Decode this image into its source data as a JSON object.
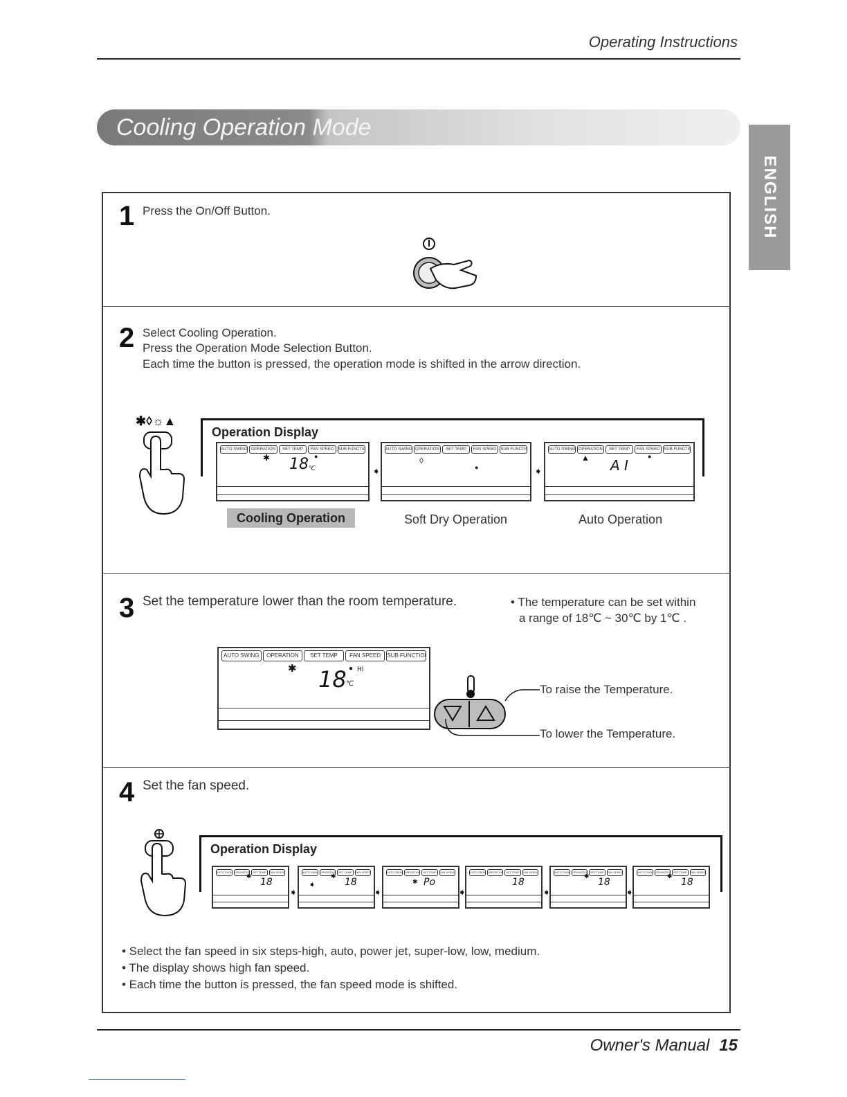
{
  "header": {
    "section": "Operating Instructions"
  },
  "banner": {
    "title": "Cooling Operation Mode"
  },
  "language_tab": "ENGLISH",
  "lcd_tabs": [
    "AUTO SWING",
    "OPERATION",
    "SET TEMP",
    "FAN SPEED",
    "SUB FUNCTION"
  ],
  "step1": {
    "num": "1",
    "text": "Press the On/Off Button."
  },
  "step2": {
    "num": "2",
    "line1": "Select Cooling Operation.",
    "line2": "Press the Operation Mode Selection Button.",
    "line3": "Each time the button is pressed, the operation mode is shifted in the arrow direction.",
    "display_title": "Operation Display",
    "icons": "✱◊☼▲",
    "panels": [
      {
        "value": "18",
        "unit": "℃"
      },
      {
        "value": "",
        "unit": ""
      },
      {
        "value": "A I",
        "unit": ""
      }
    ],
    "modes": [
      "Cooling Operation",
      "Soft Dry Operation",
      "Auto Operation"
    ]
  },
  "step3": {
    "num": "3",
    "text": "Set the temperature lower than the room temperature.",
    "note_line1": "• The temperature can be set within",
    "note_line2": "a range of 18℃ ~ 30℃ by 1℃ .",
    "panel_value": "18",
    "panel_unit": "℃",
    "panel_fan": "HI",
    "raise": "To raise the Temperature.",
    "lower": "To lower the Temperature."
  },
  "step4": {
    "num": "4",
    "text": "Set the fan speed.",
    "display_title": "Operation Display",
    "panels": [
      "18",
      "18",
      "Po",
      "18",
      "18",
      "18"
    ],
    "bullets": [
      "• Select the fan speed in six steps-high, auto, power jet, super-low, low, medium.",
      "• The display shows high fan speed.",
      "• Each time the button is pressed, the fan speed mode is shifted."
    ]
  },
  "footer": {
    "manual": "Owner's Manual",
    "page": "15"
  }
}
